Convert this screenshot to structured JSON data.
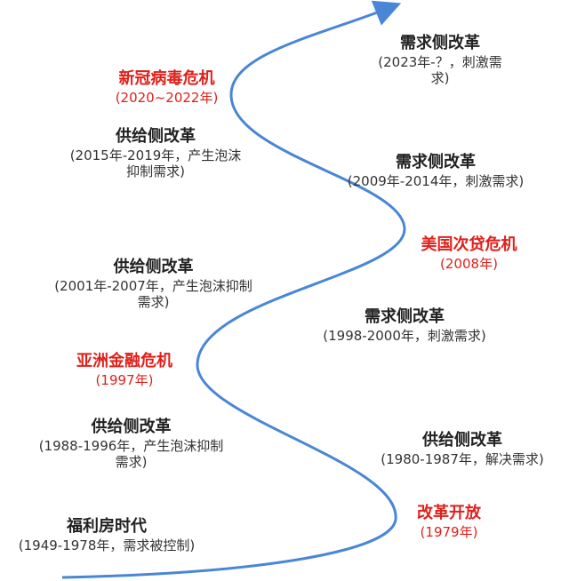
{
  "colors": {
    "curve": "#4a86d6",
    "crisis": "#e0201b",
    "text": "#222222"
  },
  "events": [
    {
      "id": "welfare-housing",
      "title": "福利房时代",
      "sub": "(1949-1978年，需求被控制)",
      "crisis": false
    },
    {
      "id": "reform-opening",
      "title": "改革开放",
      "sub": "(1979年)",
      "crisis": true
    },
    {
      "id": "supply-1980",
      "title": "供给侧改革",
      "sub": "(1980-1987年，解决需求)",
      "crisis": false
    },
    {
      "id": "supply-1988",
      "title": "供给侧改革",
      "sub": "(1988-1996年，产生泡沫抑制需求)",
      "crisis": false
    },
    {
      "id": "asian-crisis",
      "title": "亚洲金融危机",
      "sub": "(1997年)",
      "crisis": true
    },
    {
      "id": "demand-1998",
      "title": "需求侧改革",
      "sub": "(1998-2000年，刺激需求)",
      "crisis": false
    },
    {
      "id": "supply-2001",
      "title": "供给侧改革",
      "sub": "(2001年-2007年，产生泡沫抑制需求)",
      "crisis": false
    },
    {
      "id": "subprime-crisis",
      "title": "美国次贷危机",
      "sub": "(2008年)",
      "crisis": true
    },
    {
      "id": "demand-2009",
      "title": "需求侧改革",
      "sub": "(2009年-2014年，刺激需求)",
      "crisis": false
    },
    {
      "id": "supply-2015",
      "title": "供给侧改革",
      "sub": "(2015年-2019年，产生泡沫抑制需求)",
      "crisis": false
    },
    {
      "id": "covid-crisis",
      "title": "新冠病毒危机",
      "sub": "(2020~2022年)",
      "crisis": true
    },
    {
      "id": "demand-2023",
      "title": "需求侧改革",
      "sub": "(2023年-？，刺激需求)",
      "crisis": false
    }
  ]
}
